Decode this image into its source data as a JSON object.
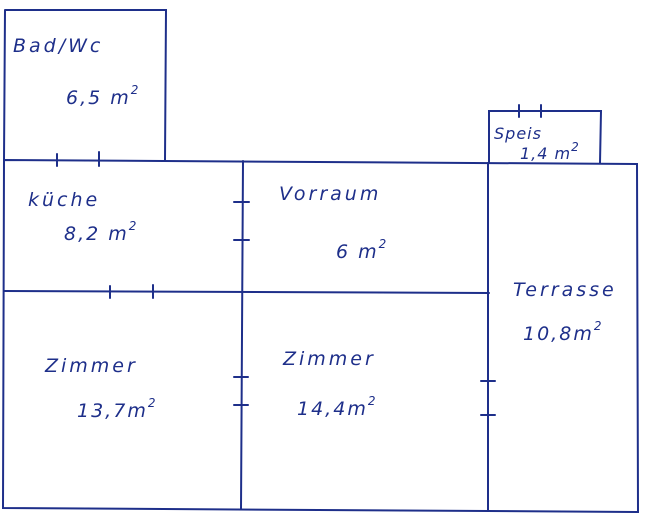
{
  "floorplan": {
    "rooms": [
      {
        "id": "bad",
        "name": "Bad/Wc",
        "area_value": "6,5",
        "unit": "m",
        "unit_exp": "2"
      },
      {
        "id": "speis",
        "name": "Speis",
        "area_value": "1,4",
        "unit": "m",
        "unit_exp": "2"
      },
      {
        "id": "kueche",
        "name": "küche",
        "area_value": "8,2",
        "unit": "m",
        "unit_exp": "2"
      },
      {
        "id": "vorraum",
        "name": "Vorraum",
        "area_value": "6",
        "unit": "m",
        "unit_exp": "2"
      },
      {
        "id": "terrasse",
        "name": "Terrasse",
        "area_value": "10,8",
        "unit": "m",
        "unit_exp": "2"
      },
      {
        "id": "zimmer1",
        "name": "Zimmer",
        "area_value": "13,7",
        "unit": "m",
        "unit_exp": "2"
      },
      {
        "id": "zimmer2",
        "name": "Zimmer",
        "area_value": "14,4",
        "unit": "m",
        "unit_exp": "2"
      }
    ]
  },
  "style": {
    "ink_color": "#1e2f8a",
    "paper_color": "#ffffff"
  }
}
